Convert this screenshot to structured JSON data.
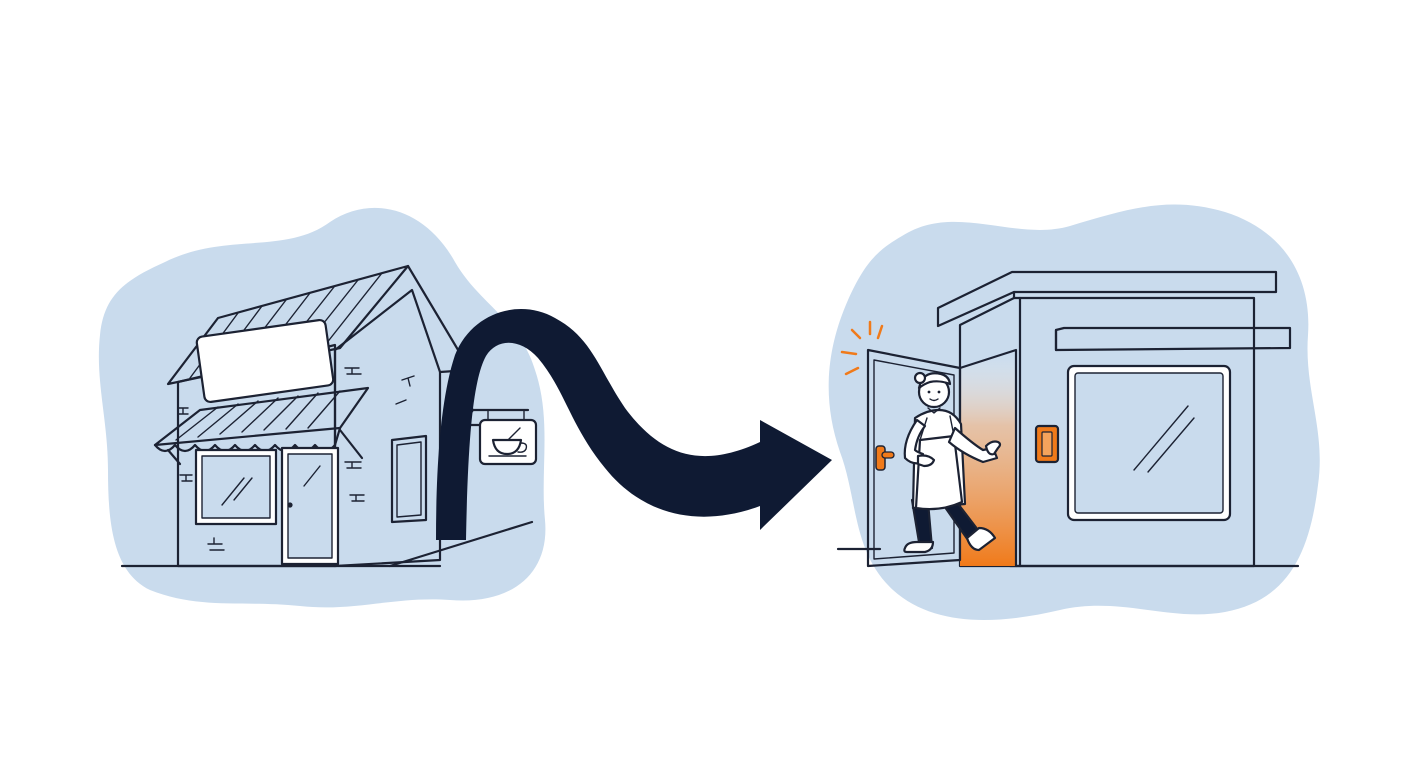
{
  "colors": {
    "background": "#ffffff",
    "blob": "#c9dbed",
    "ink": "#1c2233",
    "arrow": "#0f1a33",
    "accent_orange": "#f07a1a",
    "glow_orange": "#f4a35c",
    "window_glass": "#c9dbed",
    "building_fill": "#ffffff"
  },
  "scene": {
    "left": {
      "subject": "old-storefront",
      "features": [
        "striped-roof",
        "blank-sign-board",
        "scalloped-awning",
        "shop-window",
        "door",
        "hanging-coffee-cup-sign",
        "brick-marks"
      ],
      "icons": [
        "coffee-cup-icon"
      ]
    },
    "transition": {
      "icon": "curved-arrow-icon",
      "direction": "right"
    },
    "right": {
      "subject": "modern-building",
      "features": [
        "flat-roof",
        "large-window",
        "orange-wall-panel",
        "open-door",
        "glowing-doorway"
      ],
      "person": {
        "role": "barista",
        "apron": true,
        "action": "walking-out-door-waving"
      },
      "icons": [
        "door-handle-icon",
        "sparkle-icon"
      ]
    }
  }
}
